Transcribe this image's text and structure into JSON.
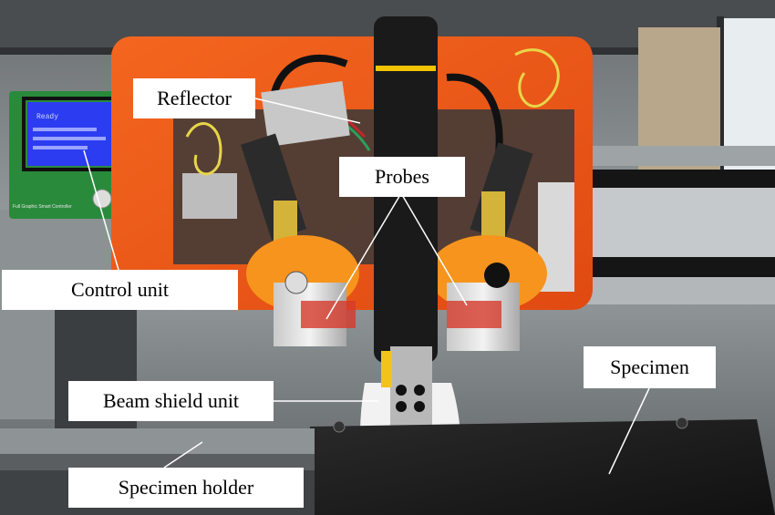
{
  "labels": {
    "reflector": "Reflector",
    "probes": "Probes",
    "control_unit": "Control unit",
    "specimen": "Specimen",
    "beam_shield_unit": "Beam shield unit",
    "specimen_holder": "Specimen holder"
  },
  "lcd_text": {
    "line1": "Ready",
    "board": "Full Graphic Smart Controller"
  },
  "colors": {
    "orange_housing": "#f05a1e",
    "probe_ring": "#f7941d",
    "lcd_blue": "#2c3cf0",
    "velcro_strap": "#1a1a1a",
    "foam_white": "#f2f2f2",
    "specimen_plate": "#1c1c1c",
    "label_bg": "#ffffff"
  }
}
